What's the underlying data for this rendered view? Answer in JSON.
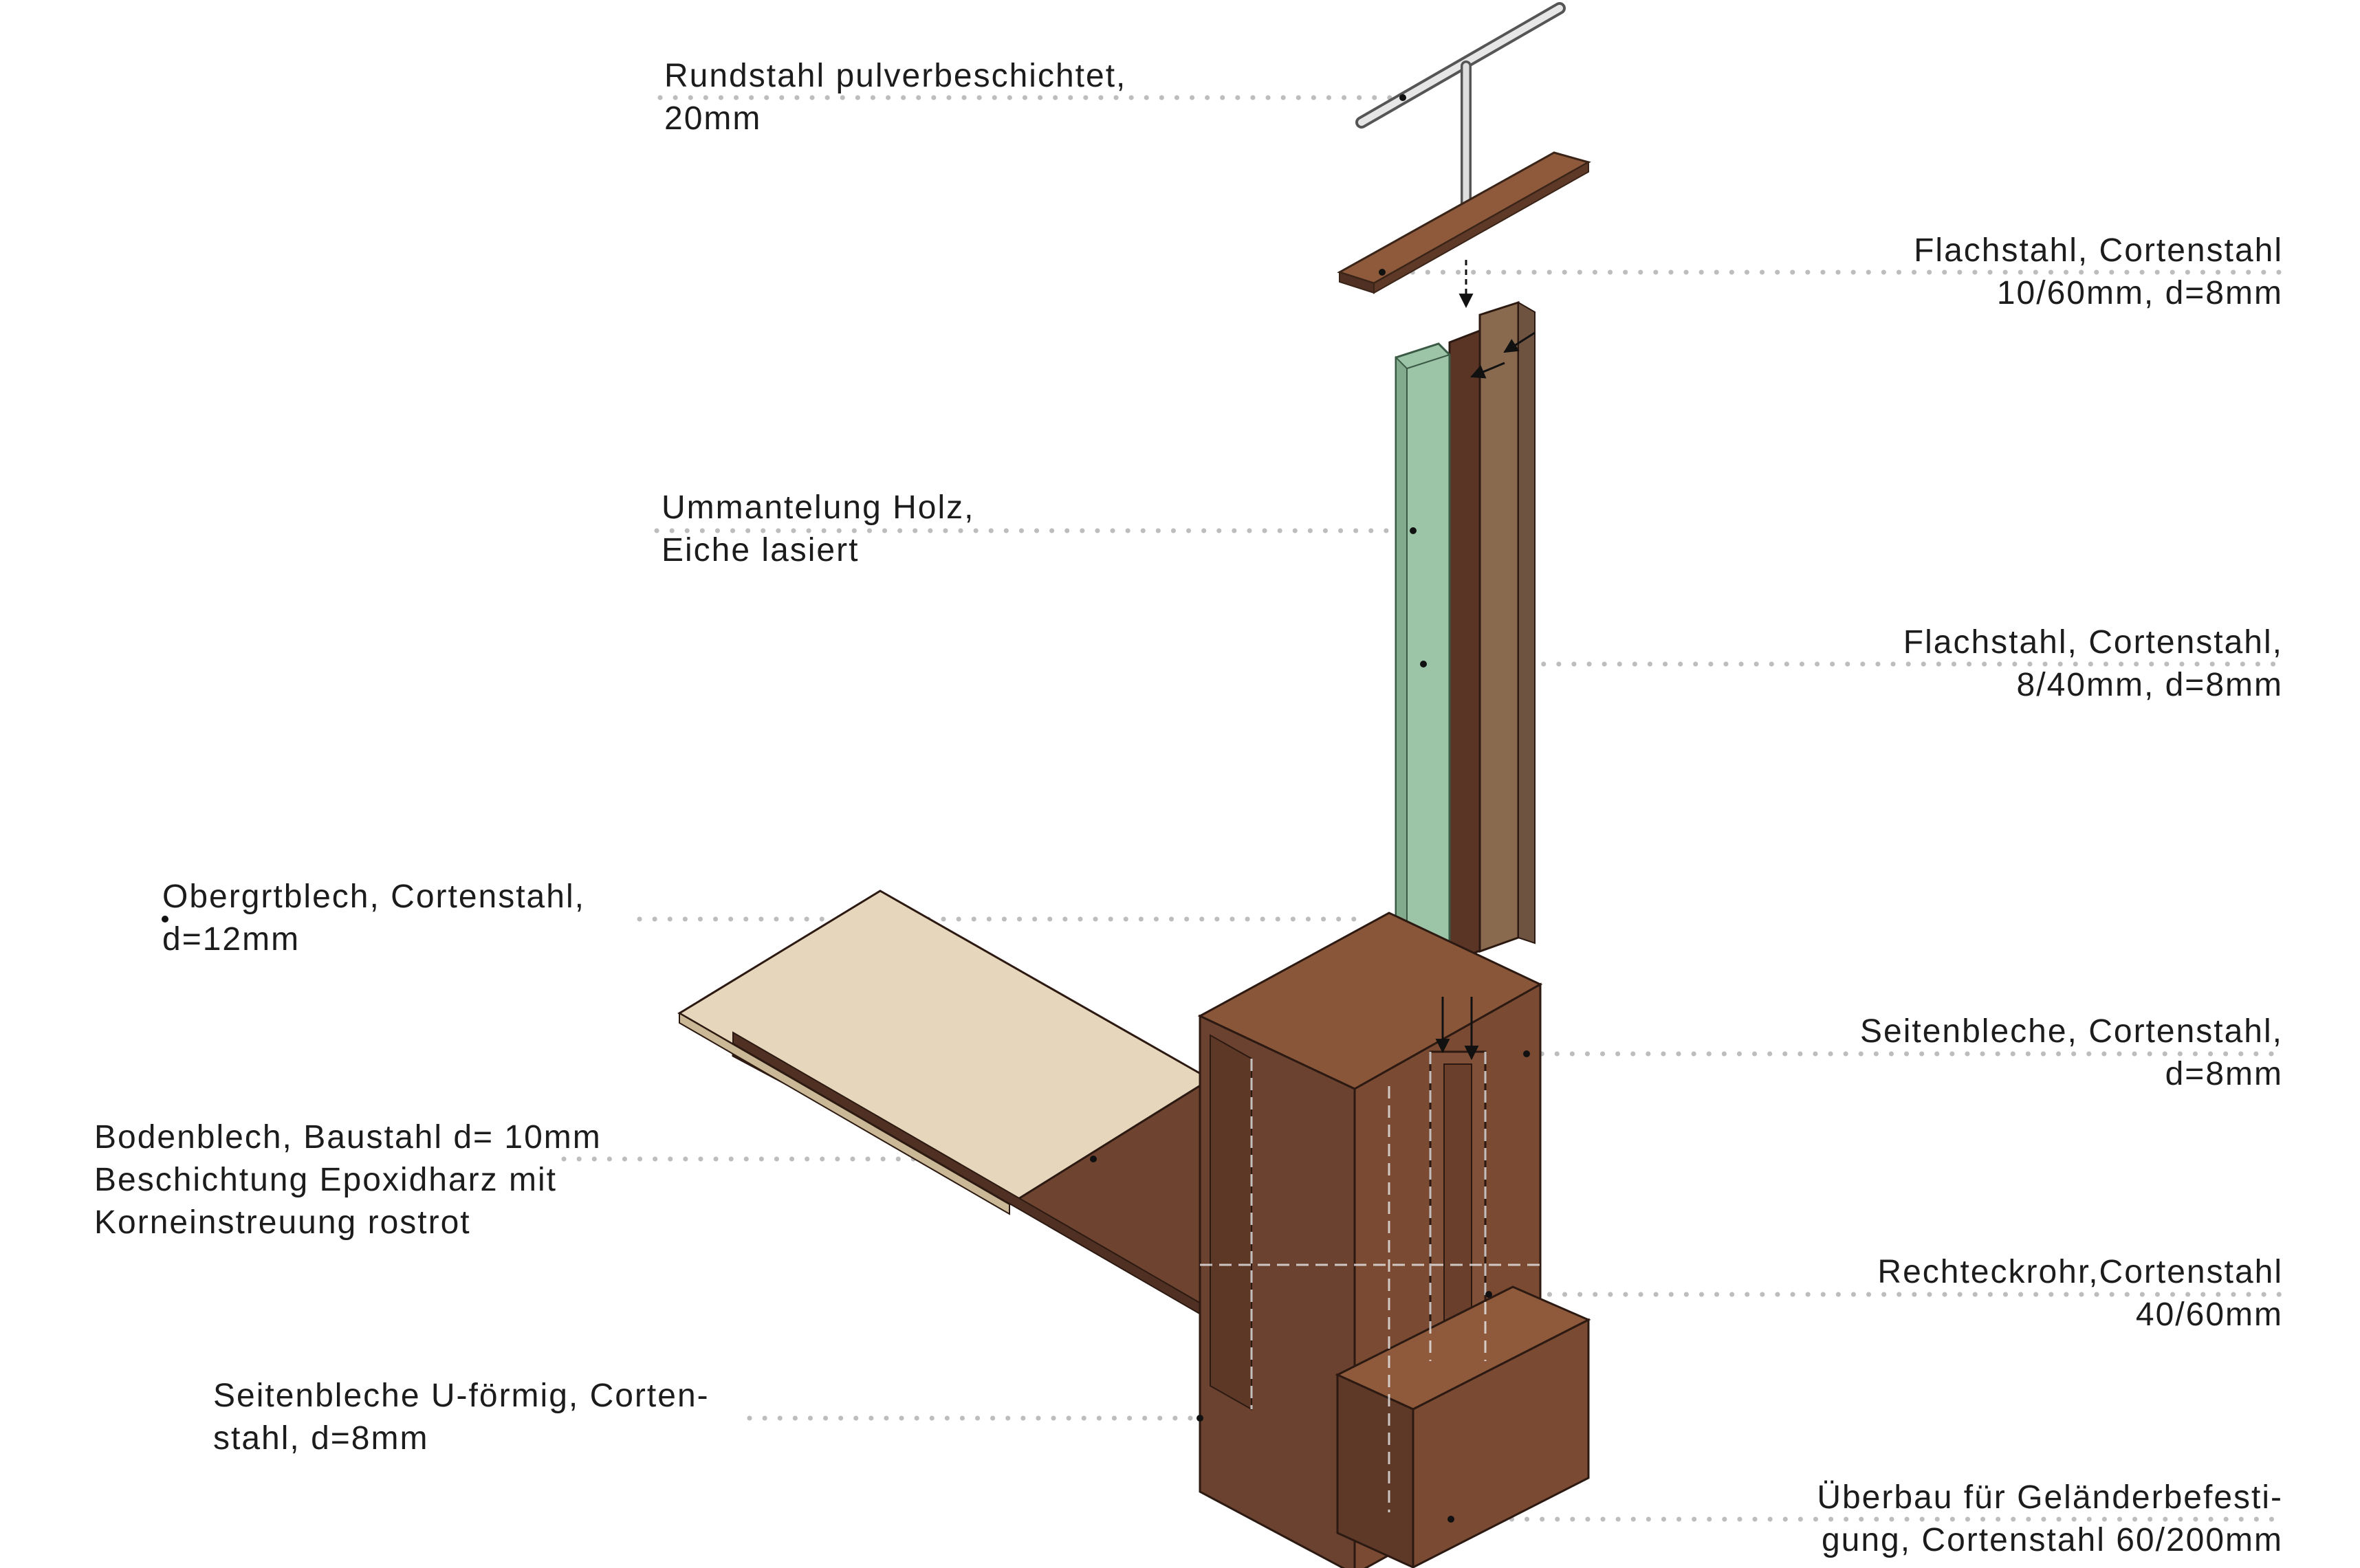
{
  "colors": {
    "corten": "#7a4a33",
    "corten_dark": "#4f3022",
    "corten_light": "#8f5a3c",
    "oak_green": "#9cc4a6",
    "oak_green_dark": "#82ab8d",
    "wood_plank": "#8a6a4e",
    "bench_top": "#e6d6bb",
    "leader_dots": "#bdbdbd",
    "text": "#1c1c1c"
  },
  "labels": {
    "rundstahl": {
      "line1": "Rundstahl pulverbeschichtet,",
      "line2": "20mm"
    },
    "flach_top": {
      "line1": "Flachstahl, Cortenstahl",
      "line2": "10/60mm, d=8mm"
    },
    "holz": {
      "line1": "Ummantelung Holz,",
      "line2": "Eiche lasiert"
    },
    "flach_mid": {
      "line1": "Flachstahl, Cortenstahl,",
      "line2": "8/40mm, d=8mm"
    },
    "obergurt": {
      "line1": "Obergrtblech, Cortenstahl,",
      "line2": "d=12mm"
    },
    "seitenbleche": {
      "line1": "Seitenbleche, Cortenstahl,",
      "line2": "d=8mm"
    },
    "bodenblech": {
      "line1": "Bodenblech, Baustahl d= 10mm",
      "line2": "Beschichtung Epoxidharz mit",
      "line3": "Korneinstreuung rostrot"
    },
    "rechteckrohr": {
      "line1": "Rechteckrohr,Cortenstahl",
      "line2": "40/60mm"
    },
    "seiten_u": {
      "line1": "Seitenbleche U-förmig, Corten-",
      "line2": "stahl, d=8mm"
    },
    "ueberbau": {
      "line1": "Überbau für Geländerbefesti-",
      "line2": "gung, Cortenstahl 60/200mm"
    }
  }
}
